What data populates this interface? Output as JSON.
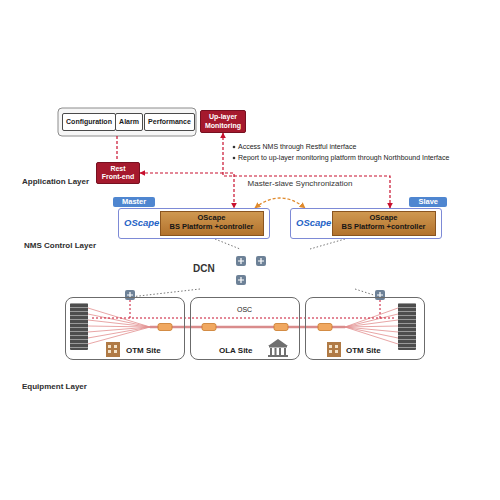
{
  "diagram": {
    "nodes": [
      {
        "text": [
          "Application Layer"
        ]
      },
      {
        "text": [
          "Configuration"
        ],
        "in": 0
      },
      {
        "text": [
          "Alarm"
        ],
        "in": 0
      },
      {
        "text": [
          "Performance"
        ],
        "in": 0
      },
      {
        "text": [
          "Up-layer Monitoring"
        ],
        "in": 0
      },
      {
        "text": [
          "Rest Front-end"
        ],
        "in": 0
      },
      {
        "text": [
          "NMS Control Layer"
        ]
      },
      {
        "text": [
          "Master",
          "OScape"
        ],
        "in": 6
      },
      {
        "text": [
          "OScape",
          "BS Platform +controller"
        ],
        "in": 7
      },
      {
        "text": [
          "Slave",
          "OScape"
        ],
        "in": 6
      },
      {
        "text": [
          "OScape",
          "BS Platform +controller"
        ],
        "in": 9
      },
      {
        "text": [
          "DCN"
        ]
      },
      {
        "text": [
          "Equipment Layer"
        ]
      },
      {
        "text": [
          "OTM Site"
        ],
        "in": 12
      },
      {
        "text": [
          "OLA Site"
        ],
        "in": 12
      },
      {
        "text": [
          "OTM Site"
        ],
        "in": 12
      }
    ],
    "edges": [
      {
        "from": 5,
        "to": 7,
        "arrow": "both"
      },
      {
        "from": 9,
        "to": 4,
        "arrow": "both"
      },
      {
        "from": 7,
        "to": 9,
        "label": "Master-slave Synchronization",
        "arrow": "both"
      },
      {
        "from": 7,
        "to": 11,
        "arrow": "none"
      },
      {
        "from": 9,
        "to": 11,
        "arrow": "none"
      },
      {
        "from": 11,
        "to": 13,
        "arrow": "none"
      },
      {
        "from": 11,
        "to": 15,
        "arrow": "none"
      },
      {
        "from": 13,
        "to": 14,
        "arrow": "none"
      },
      {
        "from": 14,
        "to": 15,
        "arrow": "none"
      }
    ],
    "labels": [
      "Access NMS through Restful interface",
      "Report to up-layer monitoring platform through Northbound Interface",
      "OSC"
    ]
  }
}
